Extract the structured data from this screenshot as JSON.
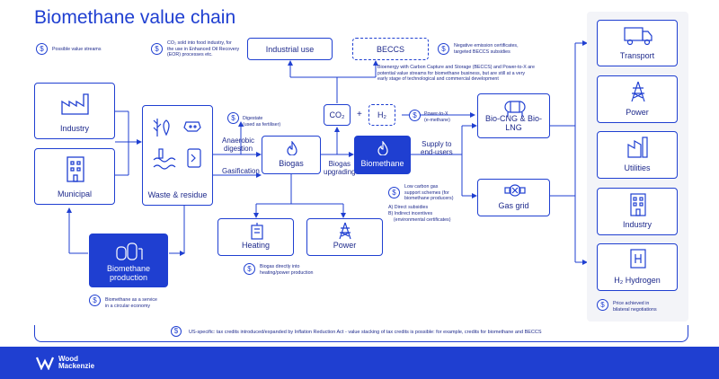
{
  "title": "Biomethane value chain",
  "legend": {
    "possible_value_streams": "Possible value streams"
  },
  "colors": {
    "primary": "#1f3fd1",
    "text": "#1e2a8c",
    "panel": "#f3f4f8"
  },
  "sources": {
    "industry": "Industry",
    "municipal": "Municipal",
    "waste": "Waste & residue"
  },
  "process": {
    "anaerobic": "Anaerobic\ndigestion",
    "gasification": "Gasification",
    "biogas": "Biogas",
    "upgrading": "Biogas\nupgrading",
    "biomethane": "Biomethane",
    "supply": "Supply to\nend-users",
    "digestate": "Digestate\n(used as fertiliser)",
    "power_to_x": "Power-to-X\n(e-methane)",
    "co2": "CO₂",
    "h2": "H₂"
  },
  "top": {
    "industrial_use": "Industrial use",
    "beccs": "BECCS",
    "co2_note": "CO₂ sold into food industry, for\nthe use in Enhanced Oil Recovery\n(EOR) processes etc.",
    "neg_note": "Negative emission certificates,\ntargeted BECCS subsidies",
    "beccs_note": "Bioenergy with Carbon Capture and Storage (BECCS) and Power-to-X are\npotential value streams for biomethane business, but are still at a very\nearly stage of technological and commercial development"
  },
  "products": {
    "bio_cng": "Bio-CNG  & Bio-LNG",
    "gas_grid": "Gas grid"
  },
  "support": {
    "title": "Low carbon gas\nsupport schemes (for\nbiomethane producers)",
    "a": "A) Direct subsidies",
    "b": "B) Indirect incentives\n    (environmental certificates)"
  },
  "uses": {
    "heating": "Heating",
    "power": "Power",
    "biogas_note": "Biogas directly into\nheating/power production"
  },
  "bio_prod": {
    "label": "Biomethane\nproduction",
    "note": "Biomethane as a service\nin a circular economy"
  },
  "end_users": {
    "items": [
      "Transport",
      "Power",
      "Utilities",
      "Industry",
      "H₂ Hydrogen"
    ],
    "note": "Price achieved in\nbilateral negotiations"
  },
  "footer_note": "US-specific: tax credits introduced/expanded by Inflation Reduction Act - value stacking of tax credits is possible: for example, credits for biomethane and BECCS",
  "brand": {
    "line1": "Wood",
    "line2": "Mackenzie"
  },
  "icons": {
    "coin": "$",
    "plus": "+"
  }
}
